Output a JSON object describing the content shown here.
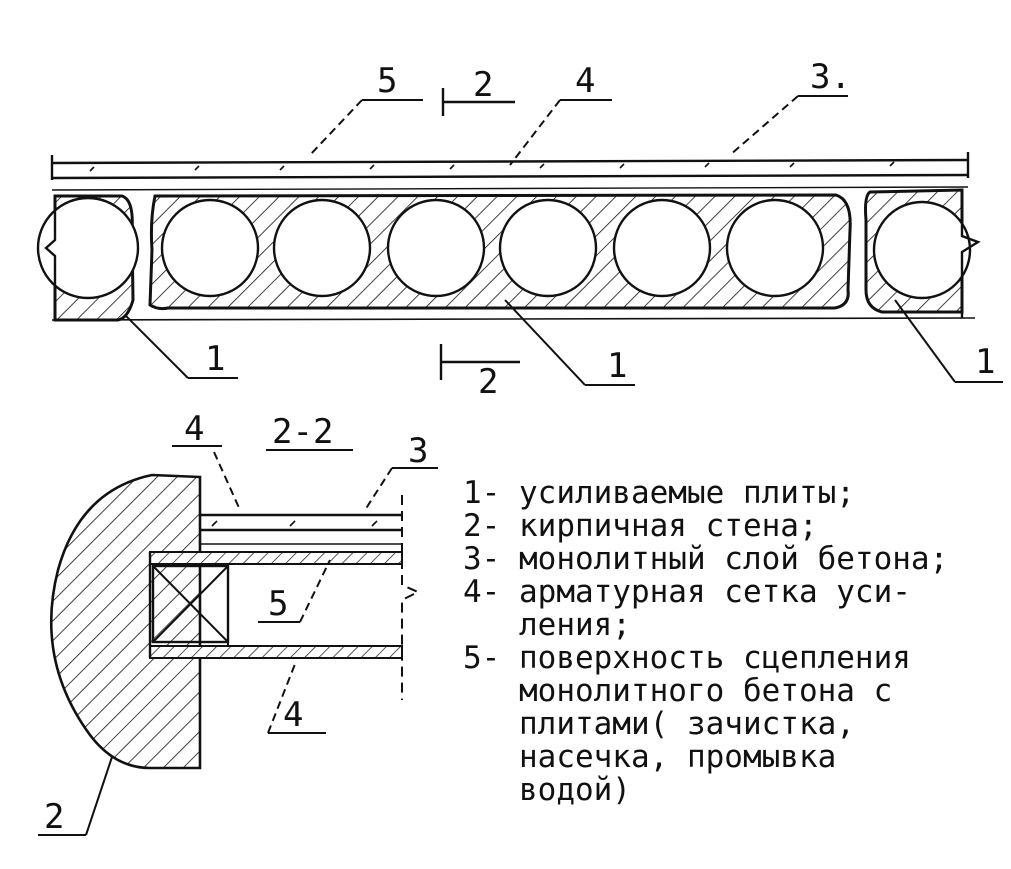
{
  "colors": {
    "ink": "#111111",
    "paper": "#ffffff"
  },
  "section_view": {
    "labels": {
      "callout_5": "5",
      "cut_top": "2",
      "callout_4": "4",
      "callout_3": "3.",
      "slab_left": "1",
      "cut_bottom": "2",
      "slab_middle": "1",
      "slab_right": "1"
    }
  },
  "detail_view": {
    "labels": {
      "callout_4_top": "4",
      "section_title": "2-2",
      "callout_3": "3",
      "callout_5": "5",
      "callout_4_bottom": "4",
      "wall": "2"
    }
  },
  "legend": {
    "lines": [
      "1- усиливаемые плиты;",
      "2- кирпичная стена;",
      "3- монолитный слой бетона;",
      "4- арматурная сетка уси-",
      "   ления;",
      "5- поверхность сцепления",
      "   монолитного бетона с",
      "   плитами( зачистка,",
      "   насечка, промывка",
      "   водой)"
    ]
  }
}
